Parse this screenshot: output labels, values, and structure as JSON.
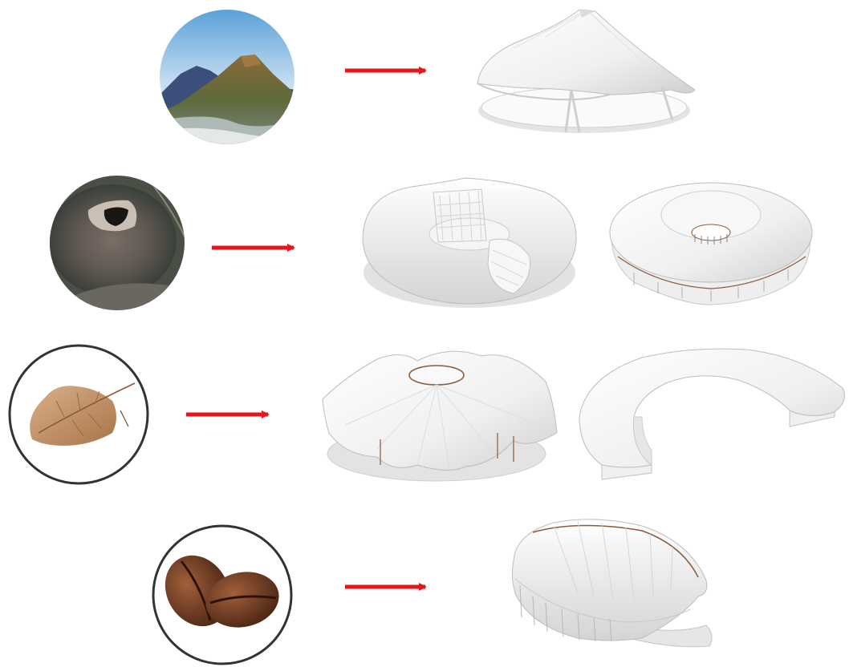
{
  "diagram": {
    "rows": [
      {
        "inspiration": "volcano-mountain-photo",
        "results": [
          "cone-canopy-pavilion-model"
        ]
      },
      {
        "inspiration": "volcano-crater-aerial-photo",
        "results": [
          "torus-lattice-pavilion-model",
          "ring-crater-pavilion-model"
        ]
      },
      {
        "inspiration": "dried-leaf-photo",
        "results": [
          "petal-roof-pavilion-model",
          "crescent-ring-pavilion-model"
        ]
      },
      {
        "inspiration": "coffee-bean-photo",
        "results": [
          "bean-shell-pavilion-model"
        ]
      }
    ],
    "colors": {
      "arrow": "#e8151b",
      "ring": "#333333",
      "model": "#f2f2f2",
      "model_shade": "#d8d8d8",
      "wood": "#8a5a3a"
    }
  }
}
